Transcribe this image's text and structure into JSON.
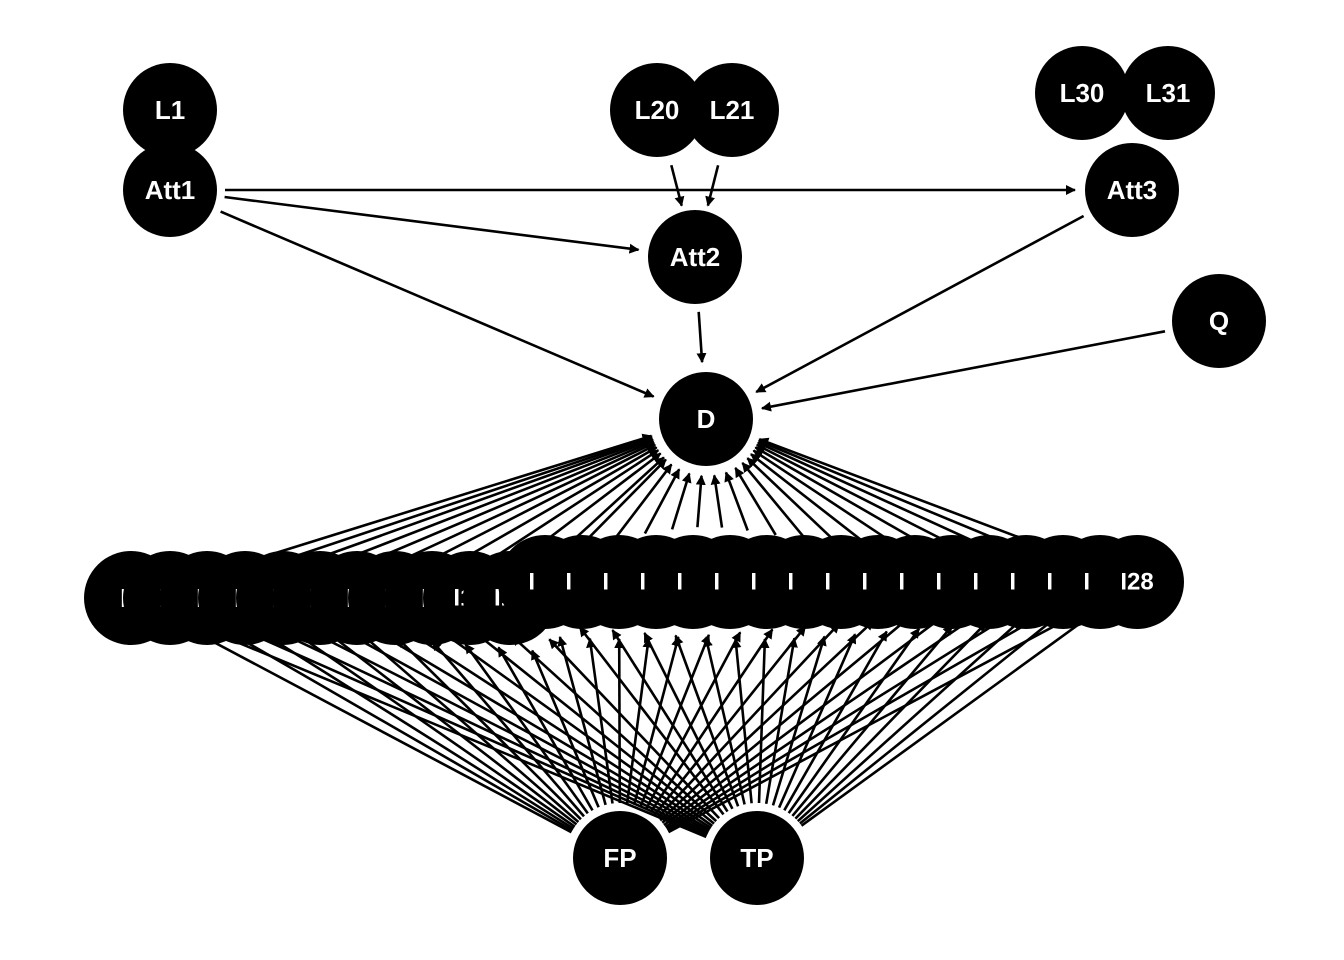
{
  "diagram": {
    "nodes": [
      {
        "id": "L1",
        "label": "L1"
      },
      {
        "id": "L20",
        "label": "L20"
      },
      {
        "id": "L21",
        "label": "L21"
      },
      {
        "id": "L30",
        "label": "L30"
      },
      {
        "id": "L31",
        "label": "L31"
      },
      {
        "id": "Att1",
        "label": "Att1"
      },
      {
        "id": "Att2",
        "label": "Att2"
      },
      {
        "id": "Att3",
        "label": "Att3"
      },
      {
        "id": "Q",
        "label": "Q"
      },
      {
        "id": "D",
        "label": "D"
      },
      {
        "id": "I1",
        "label": "I1"
      },
      {
        "id": "I2",
        "label": "I2"
      },
      {
        "id": "I3",
        "label": "I3"
      },
      {
        "id": "I4",
        "label": "I4"
      },
      {
        "id": "I5",
        "label": "I5"
      },
      {
        "id": "I6",
        "label": "I6"
      },
      {
        "id": "I7",
        "label": "I7"
      },
      {
        "id": "I8",
        "label": "I8"
      },
      {
        "id": "I9",
        "label": "I9"
      },
      {
        "id": "I10",
        "label": "I10"
      },
      {
        "id": "I11",
        "label": "I11"
      },
      {
        "id": "I12",
        "label": "I12"
      },
      {
        "id": "I13",
        "label": "I13"
      },
      {
        "id": "I14",
        "label": "I14"
      },
      {
        "id": "I15",
        "label": "I15"
      },
      {
        "id": "I16",
        "label": "I16"
      },
      {
        "id": "I17",
        "label": "I17"
      },
      {
        "id": "I18",
        "label": "I18"
      },
      {
        "id": "I19",
        "label": "I19"
      },
      {
        "id": "I20",
        "label": "I20"
      },
      {
        "id": "I21",
        "label": "I21"
      },
      {
        "id": "I22",
        "label": "I22"
      },
      {
        "id": "I23",
        "label": "I23"
      },
      {
        "id": "I24",
        "label": "I24"
      },
      {
        "id": "I25",
        "label": "I25"
      },
      {
        "id": "I26",
        "label": "I26"
      },
      {
        "id": "I27",
        "label": "I27"
      },
      {
        "id": "I28",
        "label": "I28"
      },
      {
        "id": "FP",
        "label": "FP"
      },
      {
        "id": "TP",
        "label": "TP"
      }
    ],
    "edges": [
      {
        "from": "Att1",
        "to": "Att3"
      },
      {
        "from": "Att1",
        "to": "Att2"
      },
      {
        "from": "Att1",
        "to": "D"
      },
      {
        "from": "L20",
        "to": "Att2"
      },
      {
        "from": "L21",
        "to": "Att2"
      },
      {
        "from": "Att2",
        "to": "D"
      },
      {
        "from": "Att3",
        "to": "D"
      },
      {
        "from": "Q",
        "to": "D"
      },
      {
        "from": "I1",
        "to": "D"
      },
      {
        "from": "I2",
        "to": "D"
      },
      {
        "from": "I3",
        "to": "D"
      },
      {
        "from": "I4",
        "to": "D"
      },
      {
        "from": "I5",
        "to": "D"
      },
      {
        "from": "I6",
        "to": "D"
      },
      {
        "from": "I7",
        "to": "D"
      },
      {
        "from": "I8",
        "to": "D"
      },
      {
        "from": "I9",
        "to": "D"
      },
      {
        "from": "I10",
        "to": "D"
      },
      {
        "from": "I11",
        "to": "D"
      },
      {
        "from": "I12",
        "to": "D"
      },
      {
        "from": "I13",
        "to": "D"
      },
      {
        "from": "I14",
        "to": "D"
      },
      {
        "from": "I15",
        "to": "D"
      },
      {
        "from": "I16",
        "to": "D"
      },
      {
        "from": "I17",
        "to": "D"
      },
      {
        "from": "I18",
        "to": "D"
      },
      {
        "from": "I19",
        "to": "D"
      },
      {
        "from": "I20",
        "to": "D"
      },
      {
        "from": "I21",
        "to": "D"
      },
      {
        "from": "I22",
        "to": "D"
      },
      {
        "from": "I23",
        "to": "D"
      },
      {
        "from": "I24",
        "to": "D"
      },
      {
        "from": "I25",
        "to": "D"
      },
      {
        "from": "I26",
        "to": "D"
      },
      {
        "from": "I27",
        "to": "D"
      },
      {
        "from": "I28",
        "to": "D"
      },
      {
        "from": "FP",
        "to": "I1"
      },
      {
        "from": "FP",
        "to": "I2"
      },
      {
        "from": "FP",
        "to": "I3"
      },
      {
        "from": "FP",
        "to": "I4"
      },
      {
        "from": "FP",
        "to": "I5"
      },
      {
        "from": "FP",
        "to": "I6"
      },
      {
        "from": "FP",
        "to": "I7"
      },
      {
        "from": "FP",
        "to": "I8"
      },
      {
        "from": "FP",
        "to": "I9"
      },
      {
        "from": "FP",
        "to": "I10"
      },
      {
        "from": "FP",
        "to": "I11"
      },
      {
        "from": "FP",
        "to": "I12"
      },
      {
        "from": "FP",
        "to": "I13"
      },
      {
        "from": "FP",
        "to": "I14"
      },
      {
        "from": "FP",
        "to": "I15"
      },
      {
        "from": "FP",
        "to": "I16"
      },
      {
        "from": "FP",
        "to": "I17"
      },
      {
        "from": "FP",
        "to": "I18"
      },
      {
        "from": "FP",
        "to": "I19"
      },
      {
        "from": "FP",
        "to": "I20"
      },
      {
        "from": "FP",
        "to": "I21"
      },
      {
        "from": "FP",
        "to": "I22"
      },
      {
        "from": "FP",
        "to": "I23"
      },
      {
        "from": "FP",
        "to": "I24"
      },
      {
        "from": "FP",
        "to": "I25"
      },
      {
        "from": "FP",
        "to": "I26"
      },
      {
        "from": "FP",
        "to": "I27"
      },
      {
        "from": "FP",
        "to": "I28"
      },
      {
        "from": "TP",
        "to": "I1"
      },
      {
        "from": "TP",
        "to": "I2"
      },
      {
        "from": "TP",
        "to": "I3"
      },
      {
        "from": "TP",
        "to": "I4"
      },
      {
        "from": "TP",
        "to": "I5"
      },
      {
        "from": "TP",
        "to": "I6"
      },
      {
        "from": "TP",
        "to": "I7"
      },
      {
        "from": "TP",
        "to": "I8"
      },
      {
        "from": "TP",
        "to": "I9"
      },
      {
        "from": "TP",
        "to": "I10"
      },
      {
        "from": "TP",
        "to": "I11"
      },
      {
        "from": "TP",
        "to": "I12"
      },
      {
        "from": "TP",
        "to": "I13"
      },
      {
        "from": "TP",
        "to": "I14"
      },
      {
        "from": "TP",
        "to": "I15"
      },
      {
        "from": "TP",
        "to": "I16"
      },
      {
        "from": "TP",
        "to": "I17"
      },
      {
        "from": "TP",
        "to": "I18"
      },
      {
        "from": "TP",
        "to": "I19"
      },
      {
        "from": "TP",
        "to": "I20"
      },
      {
        "from": "TP",
        "to": "I21"
      },
      {
        "from": "TP",
        "to": "I22"
      },
      {
        "from": "TP",
        "to": "I23"
      },
      {
        "from": "TP",
        "to": "I24"
      },
      {
        "from": "TP",
        "to": "I25"
      },
      {
        "from": "TP",
        "to": "I26"
      },
      {
        "from": "TP",
        "to": "I27"
      },
      {
        "from": "TP",
        "to": "I28"
      }
    ],
    "colors": {
      "node_fill": "#000000",
      "label": "#ffffff",
      "edge": "#000000",
      "background": "#ffffff"
    }
  }
}
